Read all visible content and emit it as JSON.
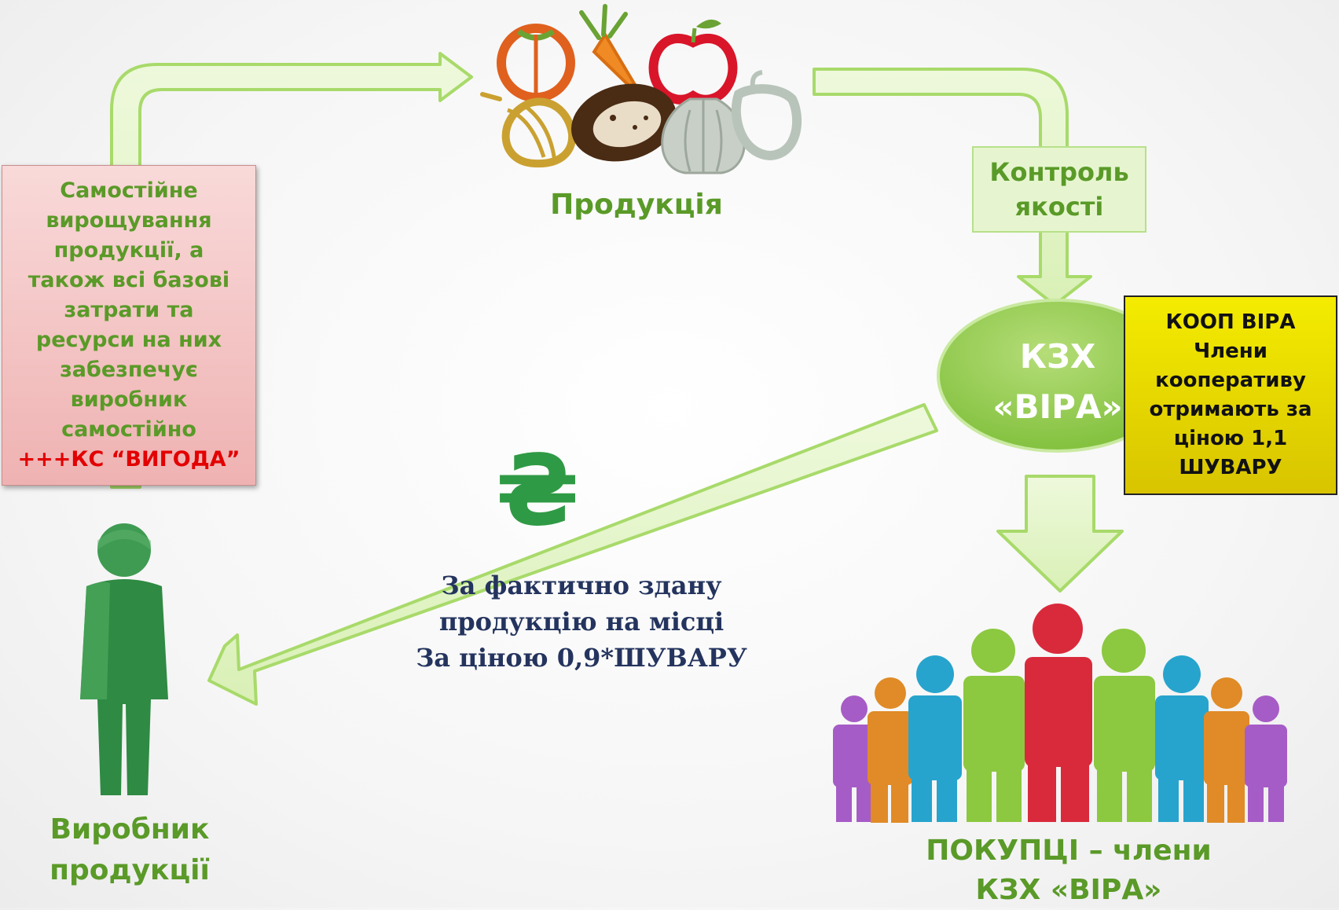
{
  "product": {
    "label": "Продукція"
  },
  "producer_box": {
    "lines": [
      "Самостійне",
      "вирощування",
      "продукції, а",
      "також всі базові",
      "затрати та",
      "ресурси на них",
      "забезпечує",
      "виробник",
      "самостійно"
    ],
    "highlight": "+++КС “ВИГОДА”"
  },
  "quality_control": {
    "lines": [
      "Контроль",
      "якості"
    ]
  },
  "kzh": {
    "lines": [
      "КЗХ",
      "«ВІРА»"
    ]
  },
  "coop_box": {
    "lines": [
      "КООП ВІРА",
      "Члени",
      "кооперативу",
      "отримають за",
      "ціною 1,1",
      "ШУВАРУ"
    ]
  },
  "currency": {
    "symbol": "₴"
  },
  "price_note": {
    "lines": [
      "За фактично здану",
      "продукцію на місці",
      "За ціною 0,9*ШУВАРУ"
    ]
  },
  "producer_label": {
    "lines": [
      "Виробник",
      "продукції"
    ]
  },
  "buyers_label": {
    "lines": [
      "ПОКУПЦІ – члени",
      "КЗХ «ВІРА»"
    ]
  },
  "colors": {
    "arrow_fill": "#e2f4c6",
    "arrow_stroke": "#a8da6a",
    "label_green": "#5a9a28",
    "highlight_red": "#e30000",
    "coop_yellow": "#f4ec00",
    "note_navy": "#24345e"
  }
}
